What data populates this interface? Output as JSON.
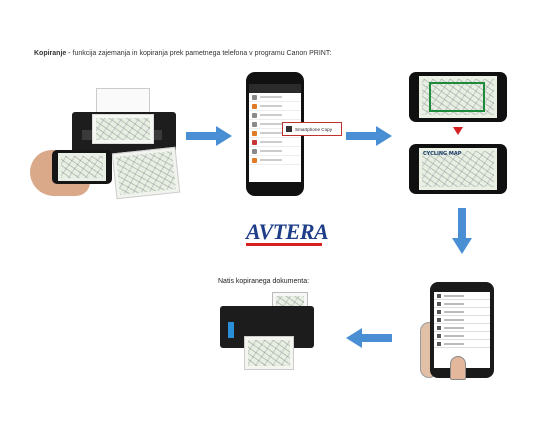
{
  "caption_top": {
    "bold": "Kopiranje",
    "rest": " - funkcija zajemanja in kopiranja prek pametnega telefona v programu Canon PRINT:"
  },
  "caption_bottom": "Natis kopiranega dokumenta:",
  "popup_label": "Smartphone Copy",
  "map_title": "CYCLING MAP",
  "logo_text": "AVTERA",
  "colors": {
    "arrow": "#4a8fd4",
    "logo_blue": "#1f3e89",
    "logo_red": "#d42020",
    "highlight_red": "#c0302d",
    "capture_green": "#1e8a3c"
  },
  "icons": [
    "right-arrow-icon",
    "down-arrow-icon",
    "left-arrow-icon",
    "red-down-triangle-icon"
  ]
}
